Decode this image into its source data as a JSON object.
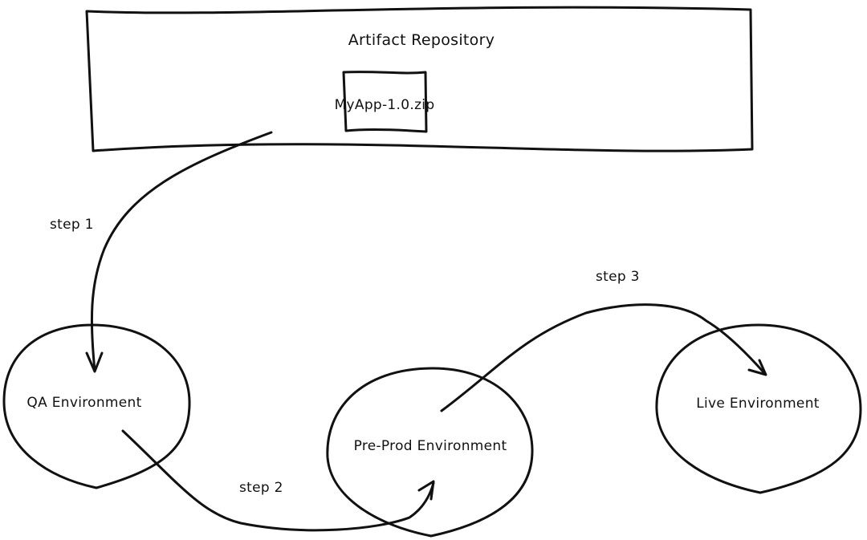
{
  "diagram": {
    "repository": {
      "title": "Artifact Repository",
      "artifact": "MyApp-1.0.zip"
    },
    "environments": [
      {
        "id": "qa",
        "label": "QA Environment"
      },
      {
        "id": "preprod",
        "label": "Pre-Prod Environment"
      },
      {
        "id": "live",
        "label": "Live Environment"
      }
    ],
    "steps": [
      {
        "label": "step 1",
        "from": "MyApp-1.0.zip",
        "to": "QA Environment"
      },
      {
        "label": "step 2",
        "from": "QA Environment",
        "to": "Pre-Prod Environment"
      },
      {
        "label": "step 3",
        "from": "Pre-Prod Environment",
        "to": "Live Environment"
      }
    ],
    "colors": {
      "ink": "#111111",
      "background": "#ffffff"
    }
  }
}
